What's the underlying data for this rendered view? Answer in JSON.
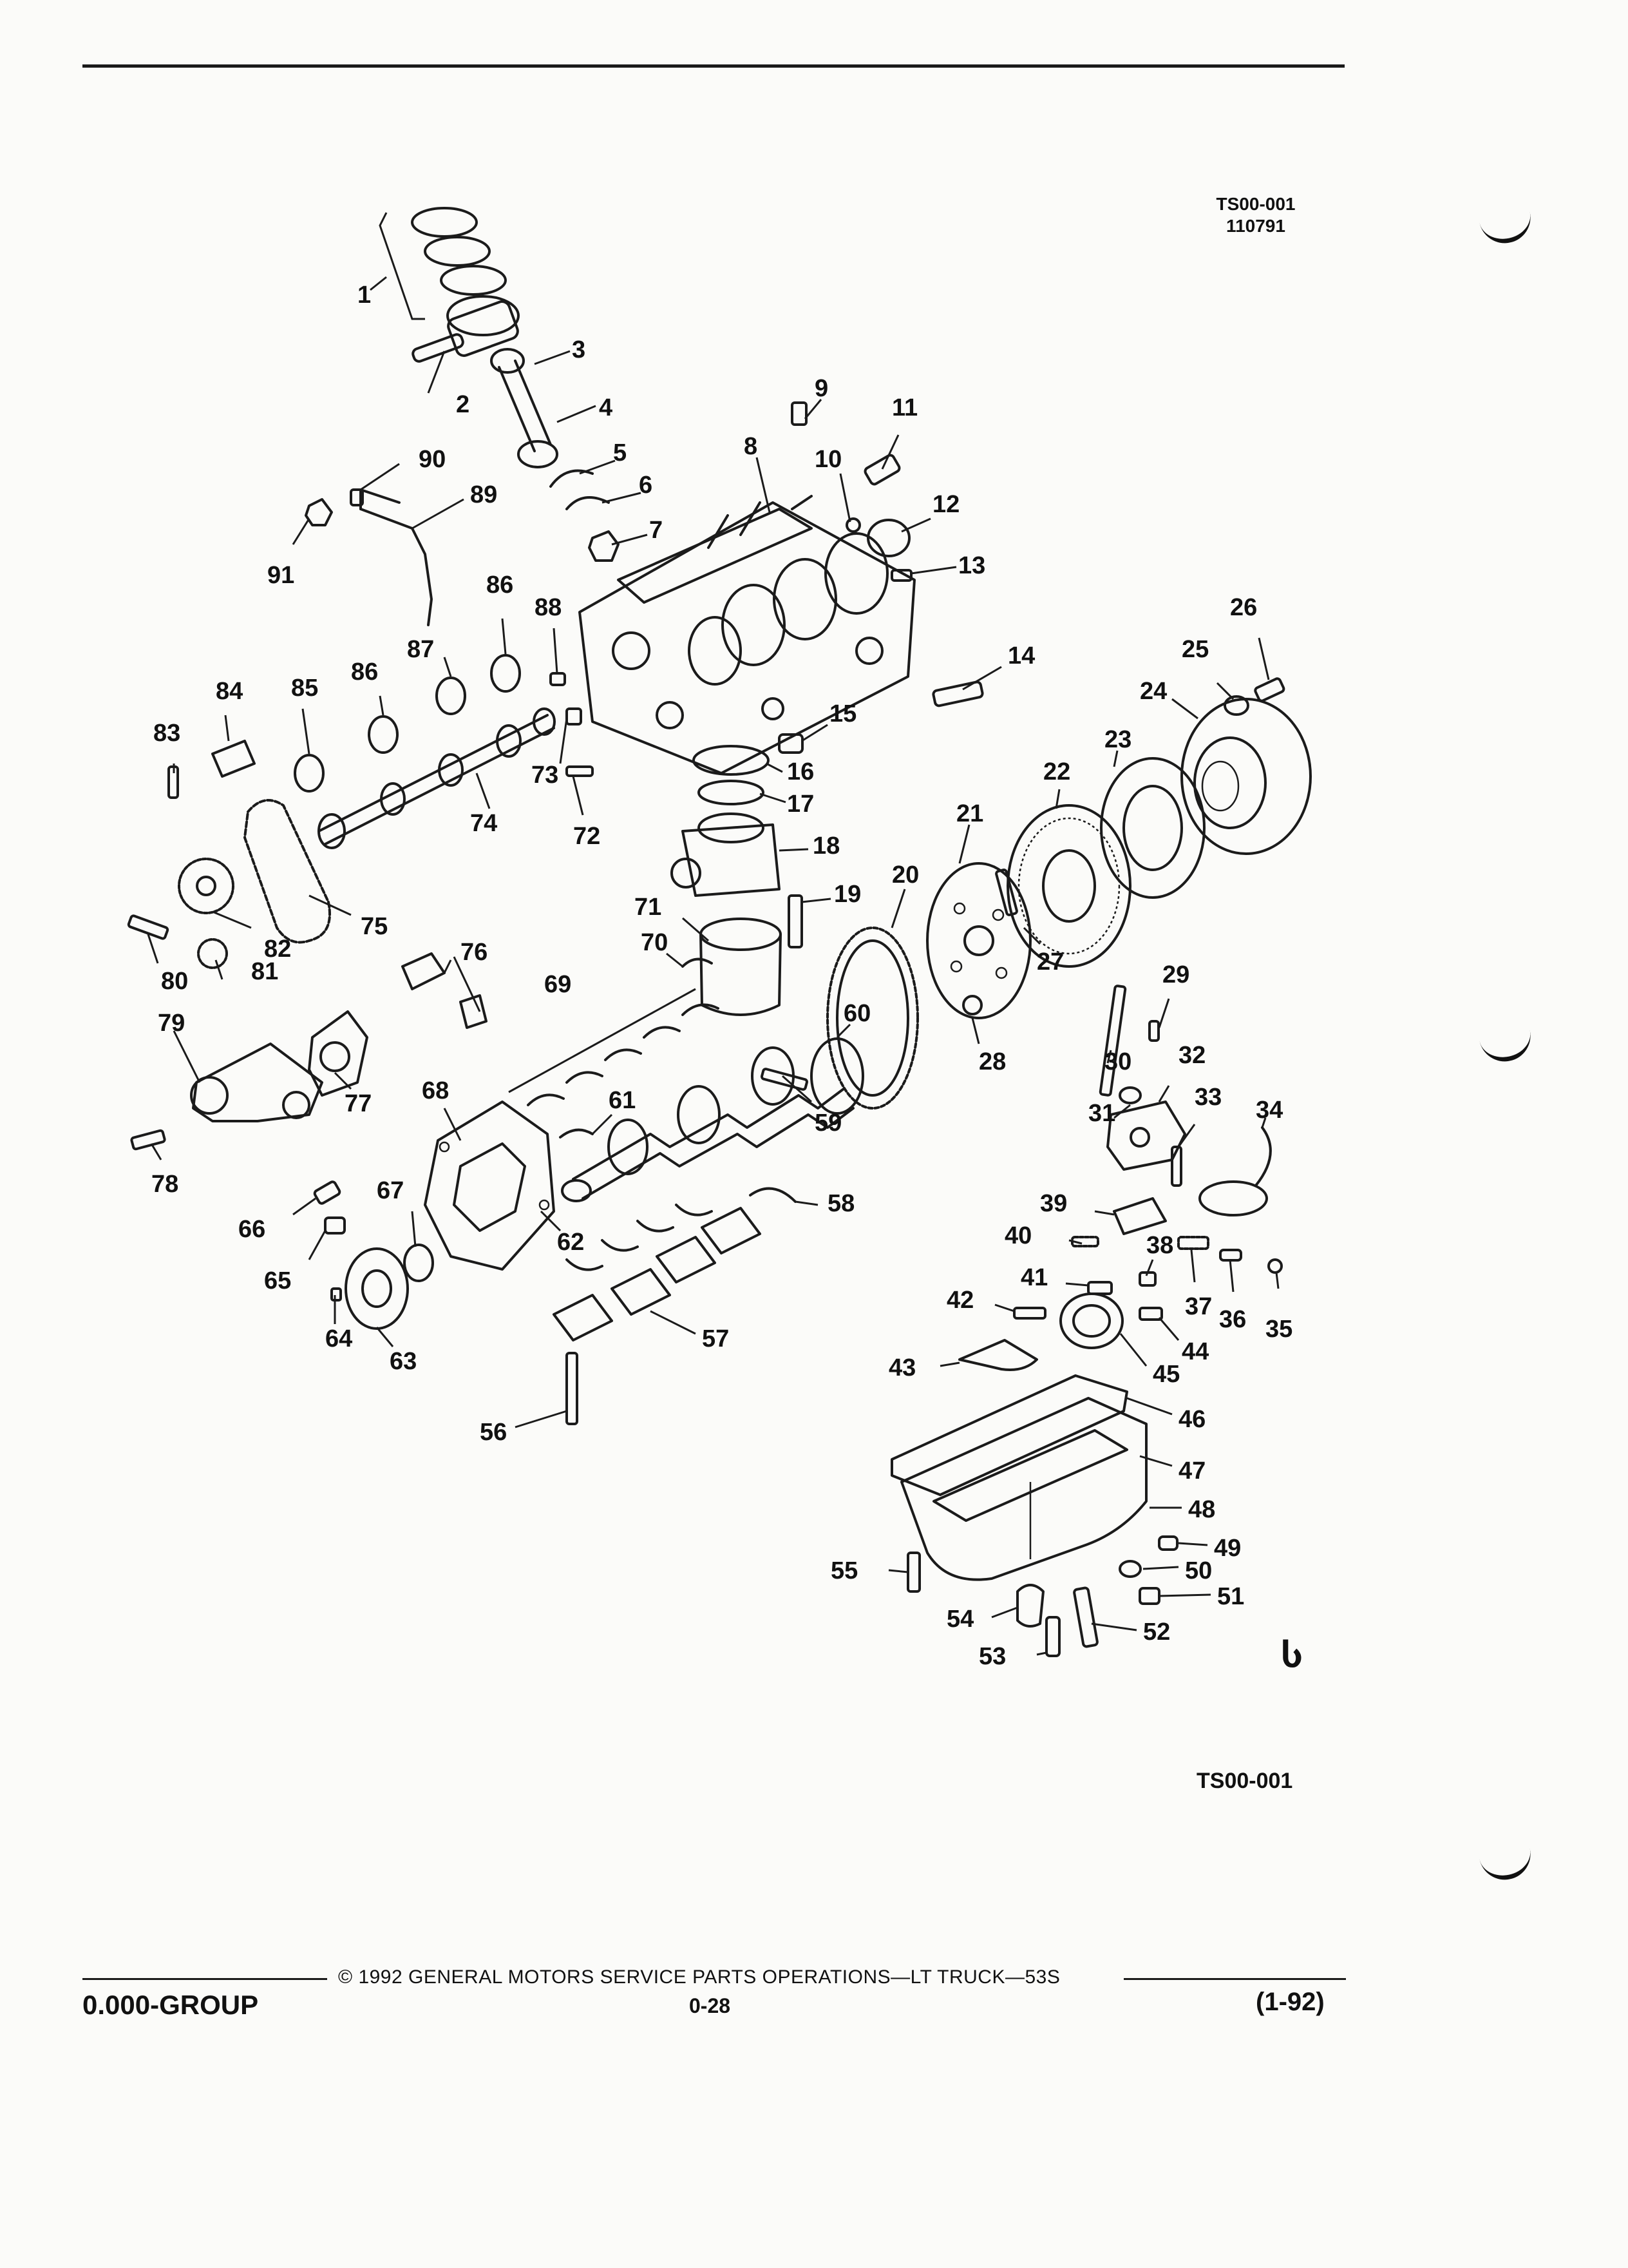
{
  "header": {
    "figure_ref_top": "TS00-001",
    "figure_date": "110791",
    "figure_ref_bottom": "TS00-001"
  },
  "footer": {
    "copyright": "© 1992 GENERAL MOTORS SERVICE PARTS OPERATIONS—LT TRUCK—53S",
    "group": "0.000-GROUP",
    "page_number": "0-28",
    "revision": "(1-92)"
  },
  "logo_text": "Ⴑ",
  "callouts": [
    "1",
    "2",
    "3",
    "4",
    "5",
    "6",
    "7",
    "8",
    "9",
    "10",
    "11",
    "12",
    "13",
    "14",
    "15",
    "16",
    "17",
    "18",
    "19",
    "20",
    "21",
    "22",
    "23",
    "24",
    "25",
    "26",
    "27",
    "28",
    "29",
    "30",
    "31",
    "32",
    "33",
    "34",
    "35",
    "36",
    "37",
    "38",
    "39",
    "40",
    "41",
    "42",
    "43",
    "44",
    "45",
    "46",
    "47",
    "48",
    "49",
    "50",
    "51",
    "52",
    "53",
    "54",
    "55",
    "56",
    "57",
    "58",
    "59",
    "60",
    "61",
    "62",
    "63",
    "64",
    "65",
    "66",
    "67",
    "68",
    "69",
    "70",
    "71",
    "72",
    "73",
    "74",
    "75",
    "76",
    "77",
    "78",
    "79",
    "80",
    "81",
    "82",
    "83",
    "84",
    "85",
    "86",
    "87",
    "88",
    "89",
    "90",
    "91"
  ]
}
